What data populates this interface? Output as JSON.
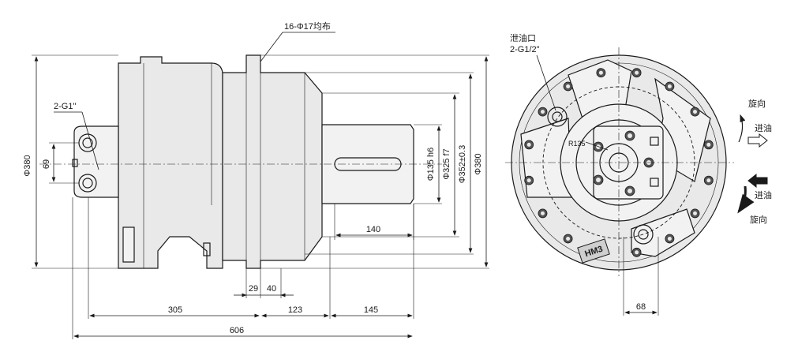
{
  "side_view": {
    "flange_holes_label": "16-Φ17均布",
    "port_label": "2-G1\"",
    "dia_380_left": "Φ380",
    "dim_69": "69",
    "dia_135": "Φ135 h6",
    "dia_325": "Φ325 f7",
    "dia_352": "Φ352±0.3",
    "dia_380_right": "Φ380",
    "dim_140": "140",
    "dim_29": "29",
    "dim_40": "40",
    "dim_305": "305",
    "dim_123": "123",
    "dim_145": "145",
    "dim_606": "606"
  },
  "front_view": {
    "drain_label_line1": "泄油口",
    "drain_label_line2": "2-G1/2\"",
    "radius_label": "R135",
    "rotation_label_top": "旋向",
    "inlet_label_top": "进油",
    "inlet_label_bottom": "进油",
    "rotation_label_bottom": "旋向",
    "model_plate": "HM3",
    "dim_68": "68"
  }
}
